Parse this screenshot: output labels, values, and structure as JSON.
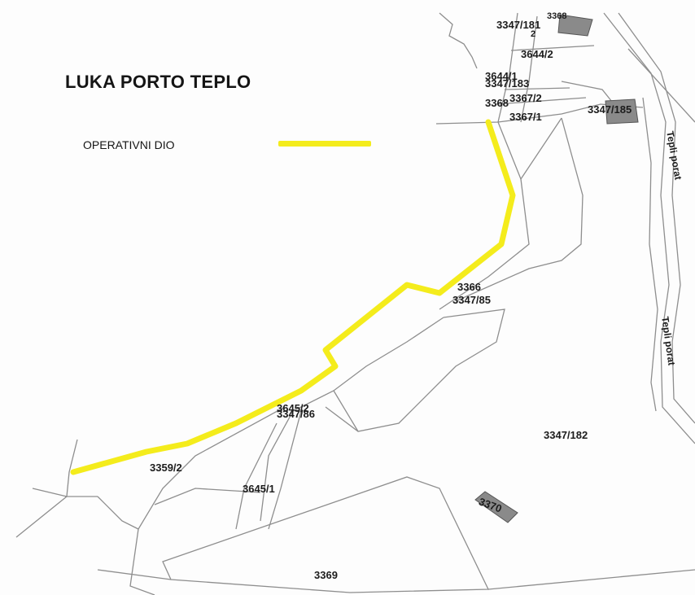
{
  "map": {
    "title": "LUKA PORTO TEPLO",
    "legend": {
      "label": "OPERATIVNI DIO",
      "color": "#f4ec1c"
    },
    "colors": {
      "line": "#8e8e8e",
      "building": "#8a8a8a"
    },
    "parcel_labels": [
      "3368",
      "3347/181",
      "2",
      "3644/2",
      "3644/1",
      "3347/183",
      "3367/2",
      "3368",
      "3347/185",
      "3367/1",
      "3366",
      "3347/85",
      "3645/2",
      "3347/86",
      "3347/182",
      "3359/2",
      "3645/1",
      "3370",
      "3369"
    ],
    "road_labels": [
      "Tepli porat",
      "Tepli porat"
    ]
  }
}
